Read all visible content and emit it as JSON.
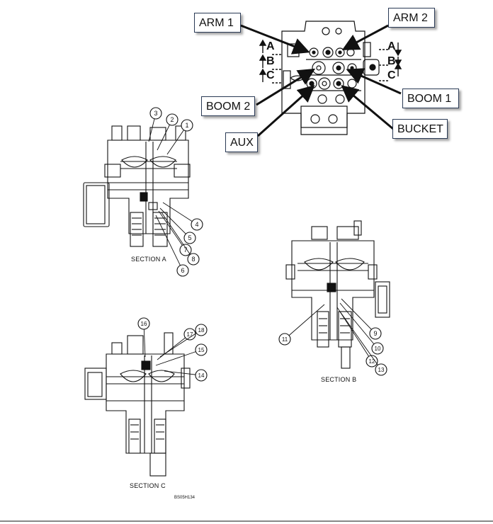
{
  "callouts": {
    "arm1": "ARM 1",
    "arm2": "ARM 2",
    "boom2": "BOOM 2",
    "boom1": "BOOM 1",
    "aux": "AUX",
    "bucket": "BUCKET"
  },
  "port_tags": {
    "left_a": "A",
    "left_b": "B",
    "left_c": "C",
    "right_a": "A",
    "right_b": "B",
    "right_c": "C"
  },
  "sections": {
    "a": "SECTION A",
    "b": "SECTION B",
    "c": "SECTION C"
  },
  "part_numbers": [
    "1",
    "2",
    "3",
    "4",
    "5",
    "6",
    "7",
    "8",
    "9",
    "10",
    "11",
    "12",
    "13",
    "14",
    "15",
    "16",
    "17",
    "18"
  ],
  "reference_code": "BS05H134",
  "colors": {
    "ink": "#111111",
    "callout_border": "#2a3a55",
    "background": "#ffffff"
  }
}
